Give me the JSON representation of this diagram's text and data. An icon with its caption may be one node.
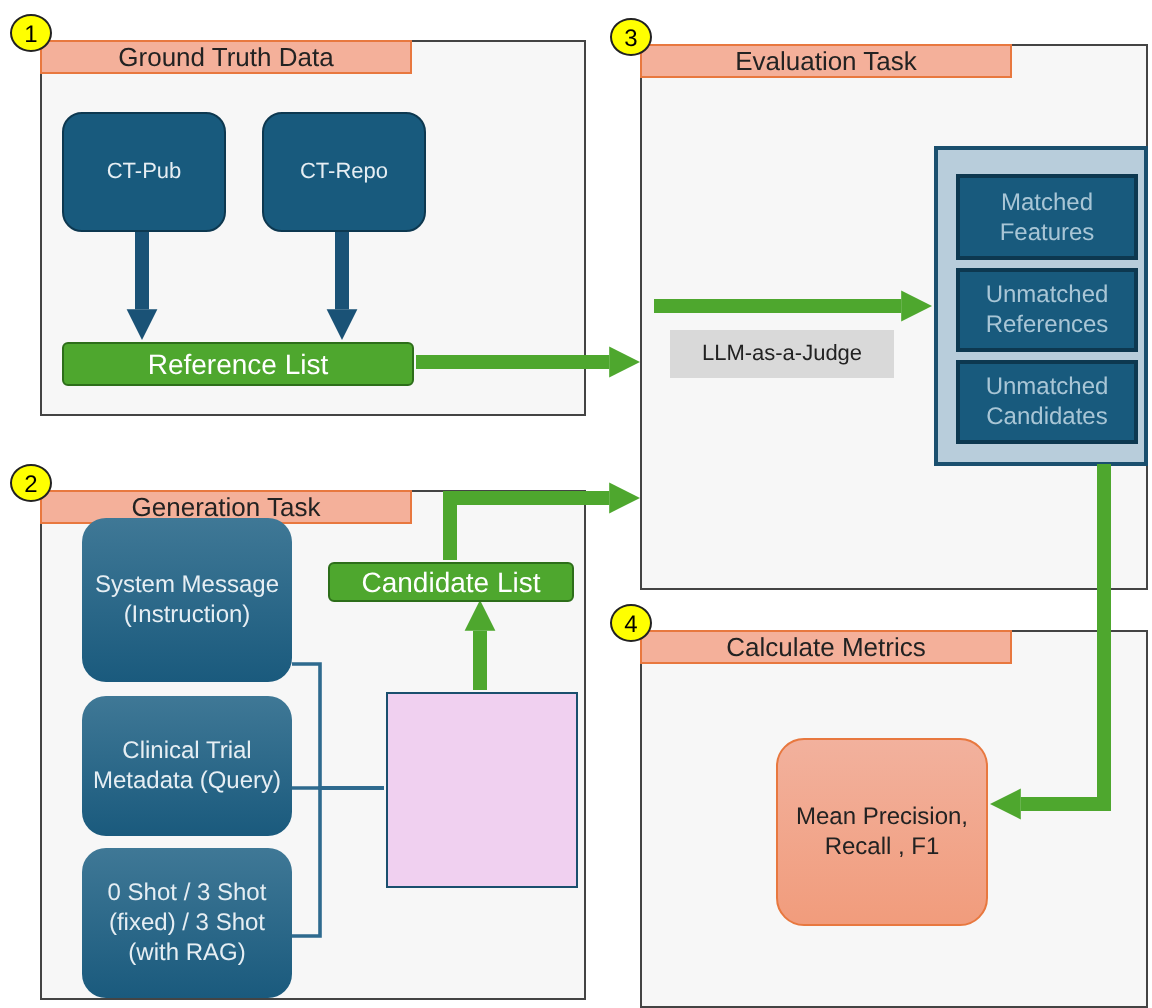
{
  "diagram": {
    "nodes": [
      {
        "text": [
          "Ground Truth Data"
        ],
        "beside": [
          "1"
        ]
      },
      {
        "text": [
          "CT-Pub"
        ],
        "in": 0
      },
      {
        "text": [
          "CT-Repo"
        ],
        "in": 0
      },
      {
        "text": [
          "Reference List"
        ],
        "in": 0
      },
      {
        "text": [
          "Generation Task"
        ],
        "beside": [
          "2"
        ]
      },
      {
        "text": [
          "System Message (Instruction)"
        ],
        "in": 4
      },
      {
        "text": [
          "Clinical Trial Metadata (Query)"
        ],
        "in": 4
      },
      {
        "text": [
          "0 Shot / 3 Shot (fixed) / 3 Shot (with RAG)"
        ],
        "in": 4
      },
      {
        "text": [],
        "shape": "box",
        "in": 4
      },
      {
        "text": [
          "Candidate List"
        ],
        "in": 4
      },
      {
        "text": [
          "Evaluation Task"
        ],
        "beside": [
          "3"
        ]
      },
      {
        "text": [],
        "shape": "box",
        "in": 10
      },
      {
        "text": [
          "Matched Features"
        ],
        "in": 11
      },
      {
        "text": [
          "Unmatched References"
        ],
        "in": 11
      },
      {
        "text": [
          "Unmatched Candidates"
        ],
        "in": 11
      },
      {
        "text": [
          "Calculate Metrics"
        ],
        "beside": [
          "4"
        ]
      },
      {
        "text": [
          "Mean Precision, Recall , F1"
        ],
        "in": 15
      }
    ],
    "edges": [
      {
        "from": 1,
        "to": 3,
        "arrow": "to",
        "color": "#1a5276"
      },
      {
        "from": 2,
        "to": 3,
        "arrow": "to",
        "color": "#1a5276"
      },
      {
        "from": 3,
        "to": 10,
        "arrow": "to"
      },
      {
        "from": 9,
        "to": 10,
        "arrow": "to"
      },
      {
        "from": null,
        "to": 11,
        "arrow": "to",
        "label": "LLM-as-a-Judge"
      },
      {
        "from": 11,
        "to": 16,
        "arrow": "to"
      },
      {
        "from": 8,
        "to": 9,
        "arrow": "to"
      },
      {
        "from": 5,
        "to": 8,
        "arrow": "none",
        "color": "#2e6a8e"
      },
      {
        "from": 6,
        "to": 8,
        "arrow": "none",
        "color": "#2e6a8e"
      },
      {
        "from": 7,
        "to": 8,
        "arrow": "none",
        "color": "#2e6a8e"
      }
    ]
  }
}
